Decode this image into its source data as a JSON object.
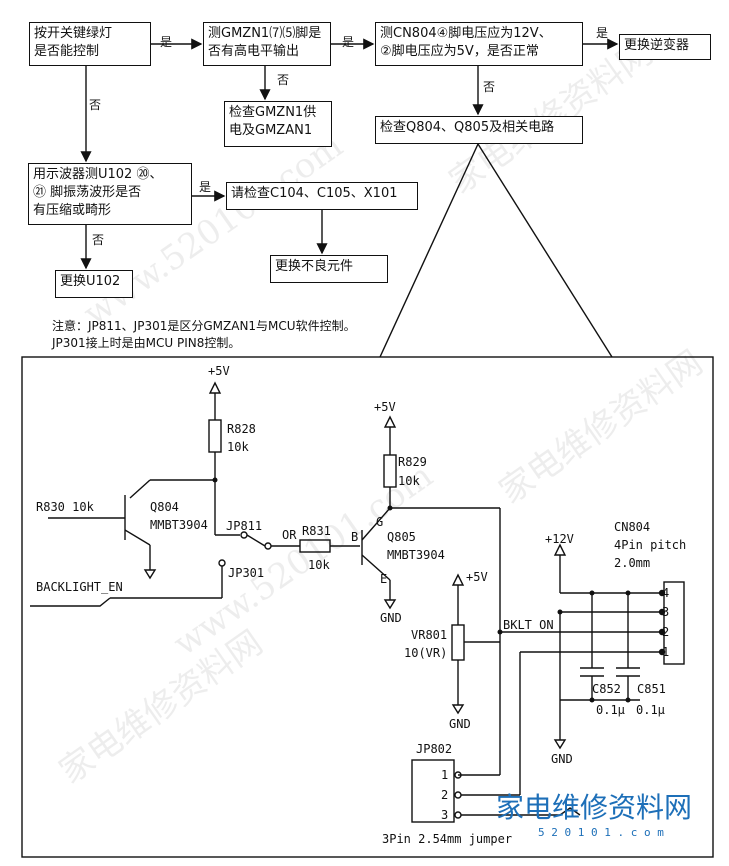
{
  "flow": {
    "box1": "按开关键绿灯\n是否能控制",
    "box2": "测GMZN1⑺⑸脚是\n否有高电平输出",
    "box3": "测CN804④脚电压应为12V、\n②脚电压应为5V，是否正常",
    "box4": "更换逆变器",
    "box5": "检查GMZN1供\n电及GMZAN1",
    "box6": "检查Q804、Q805及相关电路",
    "box7": "用示波器测U102 ⑳、\n㉑ 脚振荡波形是否\n有压缩或畸形",
    "box8": "请检查C104、C105、X101",
    "box9": "更换不良元件",
    "box10": "更换U102",
    "yes": "是",
    "no": "否"
  },
  "note": "注意：JP811、JP301是区分GMZAN1与MCU软件控制。\n       JP301接上时是由MCU PIN8控制。",
  "schematic": {
    "vcc5a": "+5V",
    "r828": "R828",
    "r828v": "10k",
    "vcc5b": "+5V",
    "r829": "R829",
    "r829v": "10k",
    "r830": "R830  10k",
    "q804": "Q804",
    "q804t": "MMBT3904",
    "jp811": "JP811",
    "or": "OR",
    "r831": "R831",
    "r831v": "10k",
    "jp301": "JP301",
    "backlight": "BACKLIGHT_EN",
    "b": "B",
    "g": "G",
    "e": "E",
    "q805": "Q805",
    "q805t": "MMBT3904",
    "gnd": "GND",
    "vcc5c": "+5V",
    "vr801": "VR801",
    "vr801v": "10(VR)",
    "bklt": "BKLT_ON",
    "vcc12": "+12V",
    "cn804": "CN804",
    "cn804a": "4Pin pitch",
    "cn804b": "2.0mm",
    "p4": "4",
    "p3": "3",
    "p2": "2",
    "p1": "1",
    "c852": "C852",
    "c851": "C851",
    "cval1": "0.1μ",
    "cval2": "0.1μ",
    "jp802": "JP802",
    "j1": "1",
    "j2": "2",
    "j3": "3",
    "jumper": "3Pin 2.54mm jumper"
  },
  "watermark": "家电维修资料网",
  "watermark_url": "www.520101.com",
  "logo_text": "家电维修资料网",
  "logo_url": "5 2 0 1 0 1 . c o m"
}
